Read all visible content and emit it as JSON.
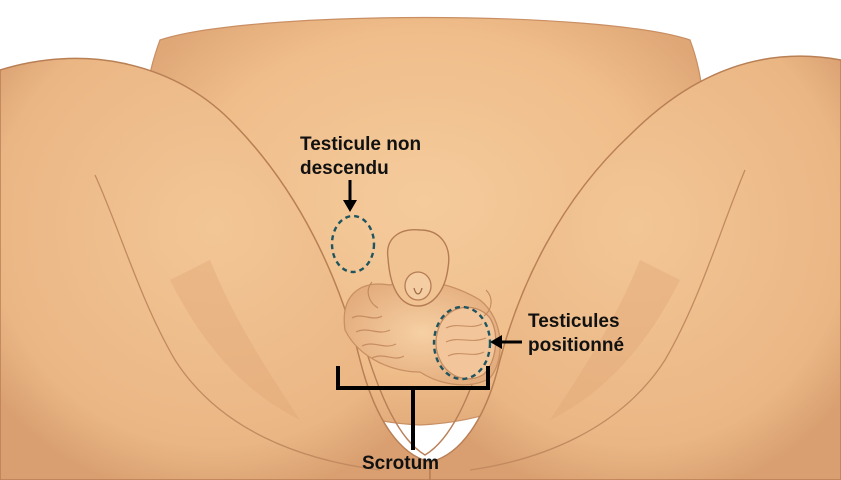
{
  "labels": {
    "undescended_line1": "Testicule non",
    "undescended_line2": "descendu",
    "positioned_line1": "Testicules",
    "positioned_line2": "positionné",
    "scrotum": "Scrotum"
  },
  "colors": {
    "skin": "#f2c392",
    "skin_shadow": "#e0a877",
    "skin_deep": "#d18f63",
    "outline": "#b07a55",
    "callout": "#1e5560",
    "label_text": "#111111",
    "pointer": "#000000"
  }
}
